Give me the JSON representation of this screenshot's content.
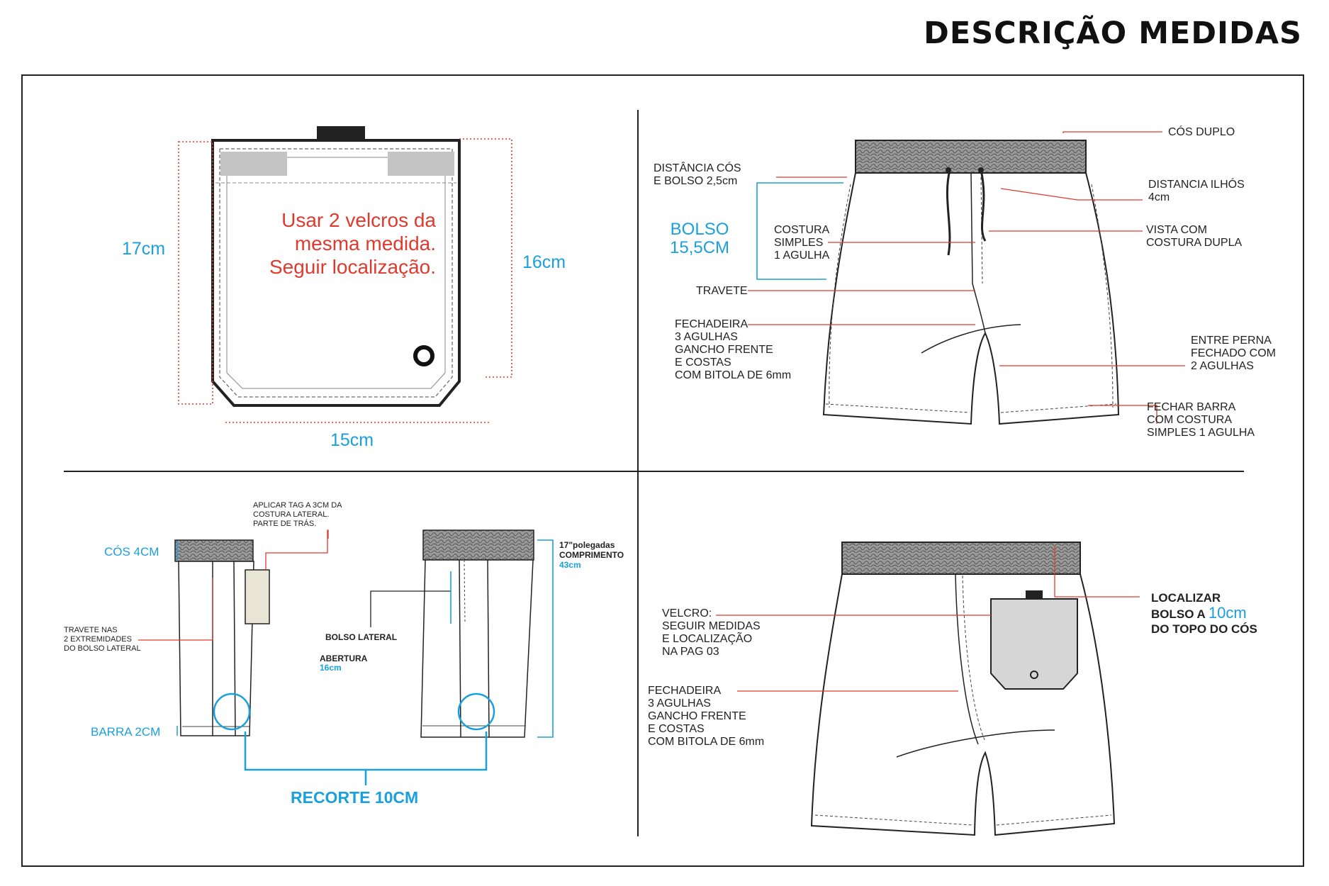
{
  "title": "DESCRIÇÃO MEDIDAS",
  "colors": {
    "accent_blue": "#1aa0dc",
    "accent_red": "#e03a2f",
    "line": "#222222",
    "waistband": "#8a8a8a",
    "pocket_fill": "#d6d6d6",
    "tag_fill": "#e8e4d6"
  },
  "pocket_panel": {
    "note": "Usar 2 velcros da\nmesma medida.\nSeguir localização.",
    "height_outer": "17cm",
    "height_inner": "16cm",
    "width": "15cm"
  },
  "front_panel": {
    "dist_cos_bolso": "DISTÂNCIA CÓS\nE BOLSO 2,5cm",
    "bolso": "BOLSO\n15,5CM",
    "costura_simples": "COSTURA\nSIMPLES\n1 AGULHA",
    "travete": "TRAVETE",
    "fechadeira": "FECHADEIRA\n3 AGULHAS\nGANCHO FRENTE\nE COSTAS\nCOM BITOLA DE 6mm",
    "cos_duplo": "CÓS DUPLO",
    "distancia_ilhos": "DISTANCIA ILHÓS\n4cm",
    "vista": "VISTA COM\nCOSTURA DUPLA",
    "entre_perna": "ENTRE PERNA\nFECHADO COM\n2 AGULHAS",
    "fechar_barra": "FECHAR BARRA\nCOM COSTURA\nSIMPLES 1 AGULHA"
  },
  "side_panel": {
    "aplicar_tag": "APLICAR TAG A 3CM DA\nCOSTURA LATERAL.\nPARTE DE TRÁS.",
    "cos": "CÓS 4CM",
    "travete": "TRAVETE  NAS\n2 EXTREMIDADES\nDO  BOLSO LATERAL",
    "barra": "BARRA 2CM",
    "bolso_lateral": "BOLSO LATERAL",
    "abertura": "ABERTURA",
    "abertura_value": "16cm",
    "polegadas": "17\"polegadas",
    "comprimento": "COMPRIMENTO",
    "comprimento_value": "43cm",
    "recorte": "RECORTE 10CM"
  },
  "back_panel": {
    "velcro": "VELCRO:\nSEGUIR MEDIDAS\nE LOCALIZAÇÃO\nNA PAG 03",
    "fechadeira": "FECHADEIRA\n3 AGULHAS\nGANCHO FRENTE\nE COSTAS\nCOM BITOLA DE 6mm",
    "localizar_1": "LOCALIZAR",
    "localizar_2": "BOLSO A",
    "localizar_value": "10cm",
    "localizar_3": "DO TOPO DO CÓS"
  }
}
